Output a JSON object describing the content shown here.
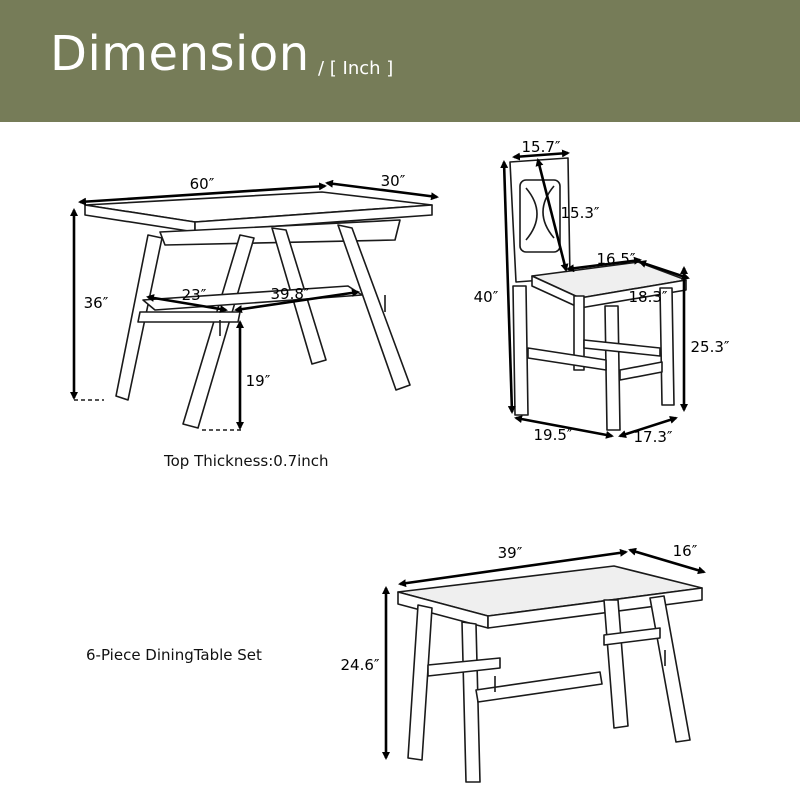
{
  "header": {
    "title": "Dimension",
    "subtitle": "/ [ Inch ]",
    "color": "#767c58"
  },
  "notes": {
    "top_thickness": "Top Thickness:0.7inch",
    "set_name": "6-Piece DiningTable Set"
  },
  "table": {
    "length": "60″",
    "width": "30″",
    "height": "36″",
    "shelf_depth": "23″",
    "shelf_length": "39.8″",
    "shelf_height": "19″"
  },
  "chair": {
    "back_width": "15.7″",
    "back_height": "15.3″",
    "seat_width": "16.5″",
    "seat_depth": "18.3″",
    "height": "40″",
    "seat_height": "25.3″",
    "base_width": "19.5″",
    "base_depth": "17.3″"
  },
  "bench": {
    "length": "39″",
    "depth": "16″",
    "height": "24.6″"
  }
}
